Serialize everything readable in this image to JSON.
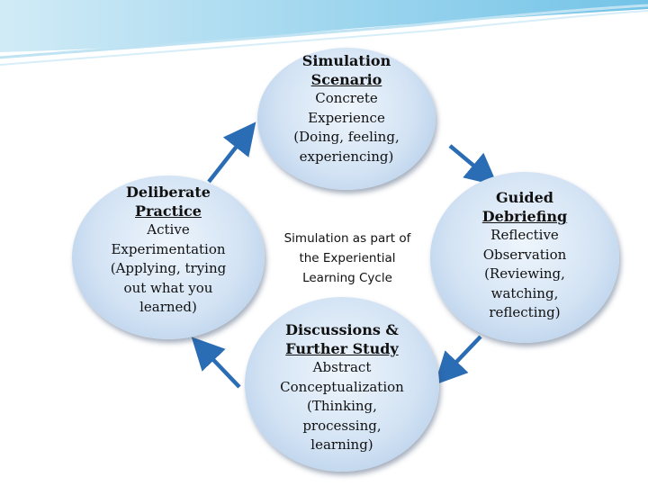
{
  "diagram": {
    "top": {
      "title_lines": [
        "Simulation",
        "Scenario"
      ],
      "body_lines": [
        "Concrete",
        "Experience",
        "(Doing, feeling,",
        "experiencing)"
      ]
    },
    "right": {
      "title_lines": [
        "Guided",
        "Debriefing"
      ],
      "body_lines": [
        "Reflective",
        "Observation",
        "(Reviewing,",
        "watching,",
        "reflecting)"
      ]
    },
    "bottom": {
      "title_lines": [
        "Discussions &",
        "Further Study"
      ],
      "body_lines": [
        "Abstract",
        "Conceptualization",
        "(Thinking,",
        "processing,",
        "learning)"
      ]
    },
    "left": {
      "title_lines": [
        "Deliberate",
        "Practice"
      ],
      "body_lines": [
        "Active",
        "Experimentation",
        "(Applying, trying",
        "out what you",
        "learned)"
      ]
    },
    "center_caption_lines": [
      "Simulation as part of",
      "the Experiential",
      "Learning Cycle"
    ]
  },
  "colors": {
    "arrow": "#2a6db5",
    "circle_fill": "#d3e3f4",
    "header_wave": "#8fd0ea"
  }
}
